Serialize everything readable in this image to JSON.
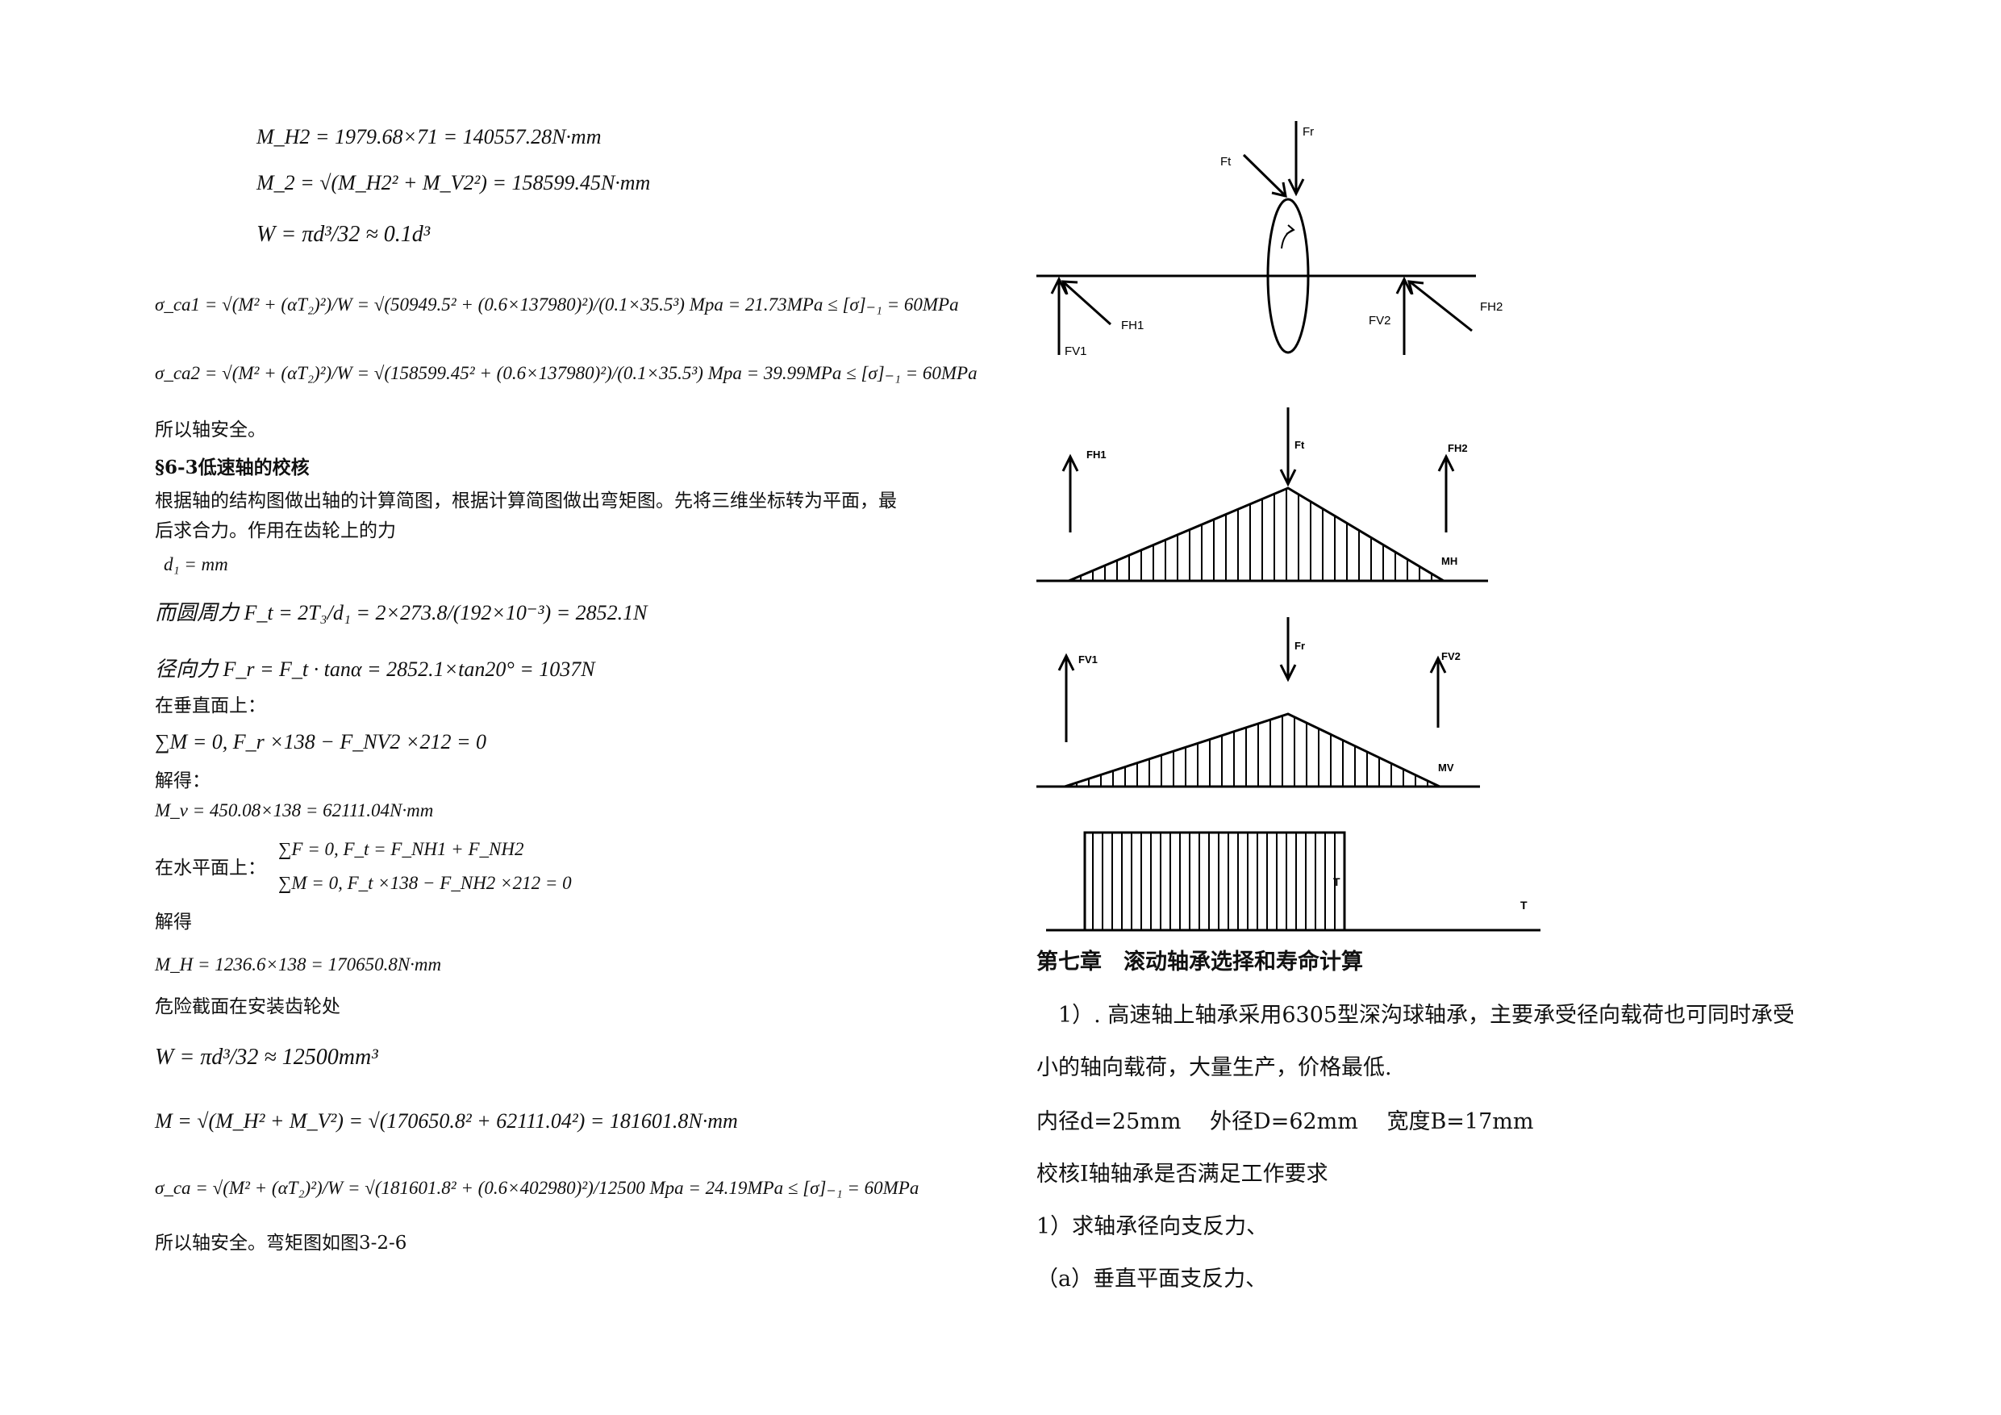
{
  "left": {
    "eq_mh2": "M_H2 = 1979.68×71 = 140557.28N·mm",
    "eq_m2": "M_2 = √(M_H2² + M_V2²) = 158599.45N·mm",
    "eq_w1": "W = πd³/32 ≈ 0.1d³",
    "eq_sca1": "σ_ca1 = √(M² + (αT₂)²)/W = √(50949.5² + (0.6×137980)²)/(0.1×35.5³) Mpa = 21.73MPa ≤ [σ]₋₁ = 60MPa",
    "eq_sca2": "σ_ca2 = √(M² + (αT₂)²)/W = √(158599.45² + (0.6×137980)²)/(0.1×35.5³) Mpa = 39.99MPa ≤ [σ]₋₁ = 60MPa",
    "safe1": "所以轴安全。",
    "section": "§6-3低速轴的校核",
    "para1": "根据轴的结构图做出轴的计算简图，根据计算简图做出弯矩图。先将三维坐标转为平面，最",
    "para2": "后求合力。作用在齿轮上的力",
    "eq_d1": "d₁ = mm",
    "eq_ft": "而圆周力 F_t = 2T₃/d₁ = 2×273.8/(192×10⁻³) = 2852.1N",
    "eq_fr": "径向力 F_r = F_t · tanα = 2852.1×tan20° = 1037N",
    "vertical": "在垂直面上：",
    "eq_sum_v": "∑M = 0, F_r ×138 − F_NV2 ×212 = 0",
    "solve1": "解得：",
    "eq_mv": "M_v = 450.08×138 = 62111.04N·mm",
    "horizontal": "在水平面上：",
    "eq_sum_f": "∑F = 0, F_t = F_NH1 + F_NH2",
    "eq_sum_m": "∑M = 0, F_t ×138 − F_NH2 ×212 = 0",
    "solve2": "解得",
    "eq_mh": "M_H = 1236.6×138 = 170650.8N·mm",
    "danger": "危险截面在安装齿轮处",
    "eq_w2": "W = πd³/32 ≈ 12500mm³",
    "eq_m": "M = √(M_H² + M_V²) = √(170650.8² + 62111.04²) = 181601.8N·mm",
    "eq_sca": "σ_ca = √(M² + (αT₂)²)/W = √(181601.8² + (0.6×402980)²)/12500 Mpa = 24.19MPa ≤ [σ]₋₁ = 60MPa",
    "safe2": "所以轴安全。弯矩图如图3-2-6"
  },
  "diagram": {
    "labels": {
      "fr": "Fr",
      "ft": "Ft",
      "fh1": "FH1",
      "fh2": "FH2",
      "fv1": "FV1",
      "fv2": "FV2",
      "p2_fh1": "FH1",
      "p2_ft": "Ft",
      "p2_fh2": "FH2",
      "p2_mh": "MH",
      "p3_fv1": "FV1",
      "p3_fr": "Fr",
      "p3_fv2": "FV2",
      "p3_mv": "MV",
      "p4_t1": "T",
      "p4_t2": "T"
    }
  },
  "right": {
    "chapter": "第七章　滚动轴承选择和寿命计算",
    "p1": "　1）. 高速轴上轴承采用6305型深沟球轴承，主要承受径向载荷也可同时承受",
    "p2": "小的轴向载荷，大量生产，价格最低.",
    "p3": "内径d=25mm　 外径D=62mm　 宽度B=17mm",
    "p4": "校核Ⅰ轴轴承是否满足工作要求",
    "p5": "1）求轴承径向支反力、",
    "p6": "（a）垂直平面支反力、"
  }
}
